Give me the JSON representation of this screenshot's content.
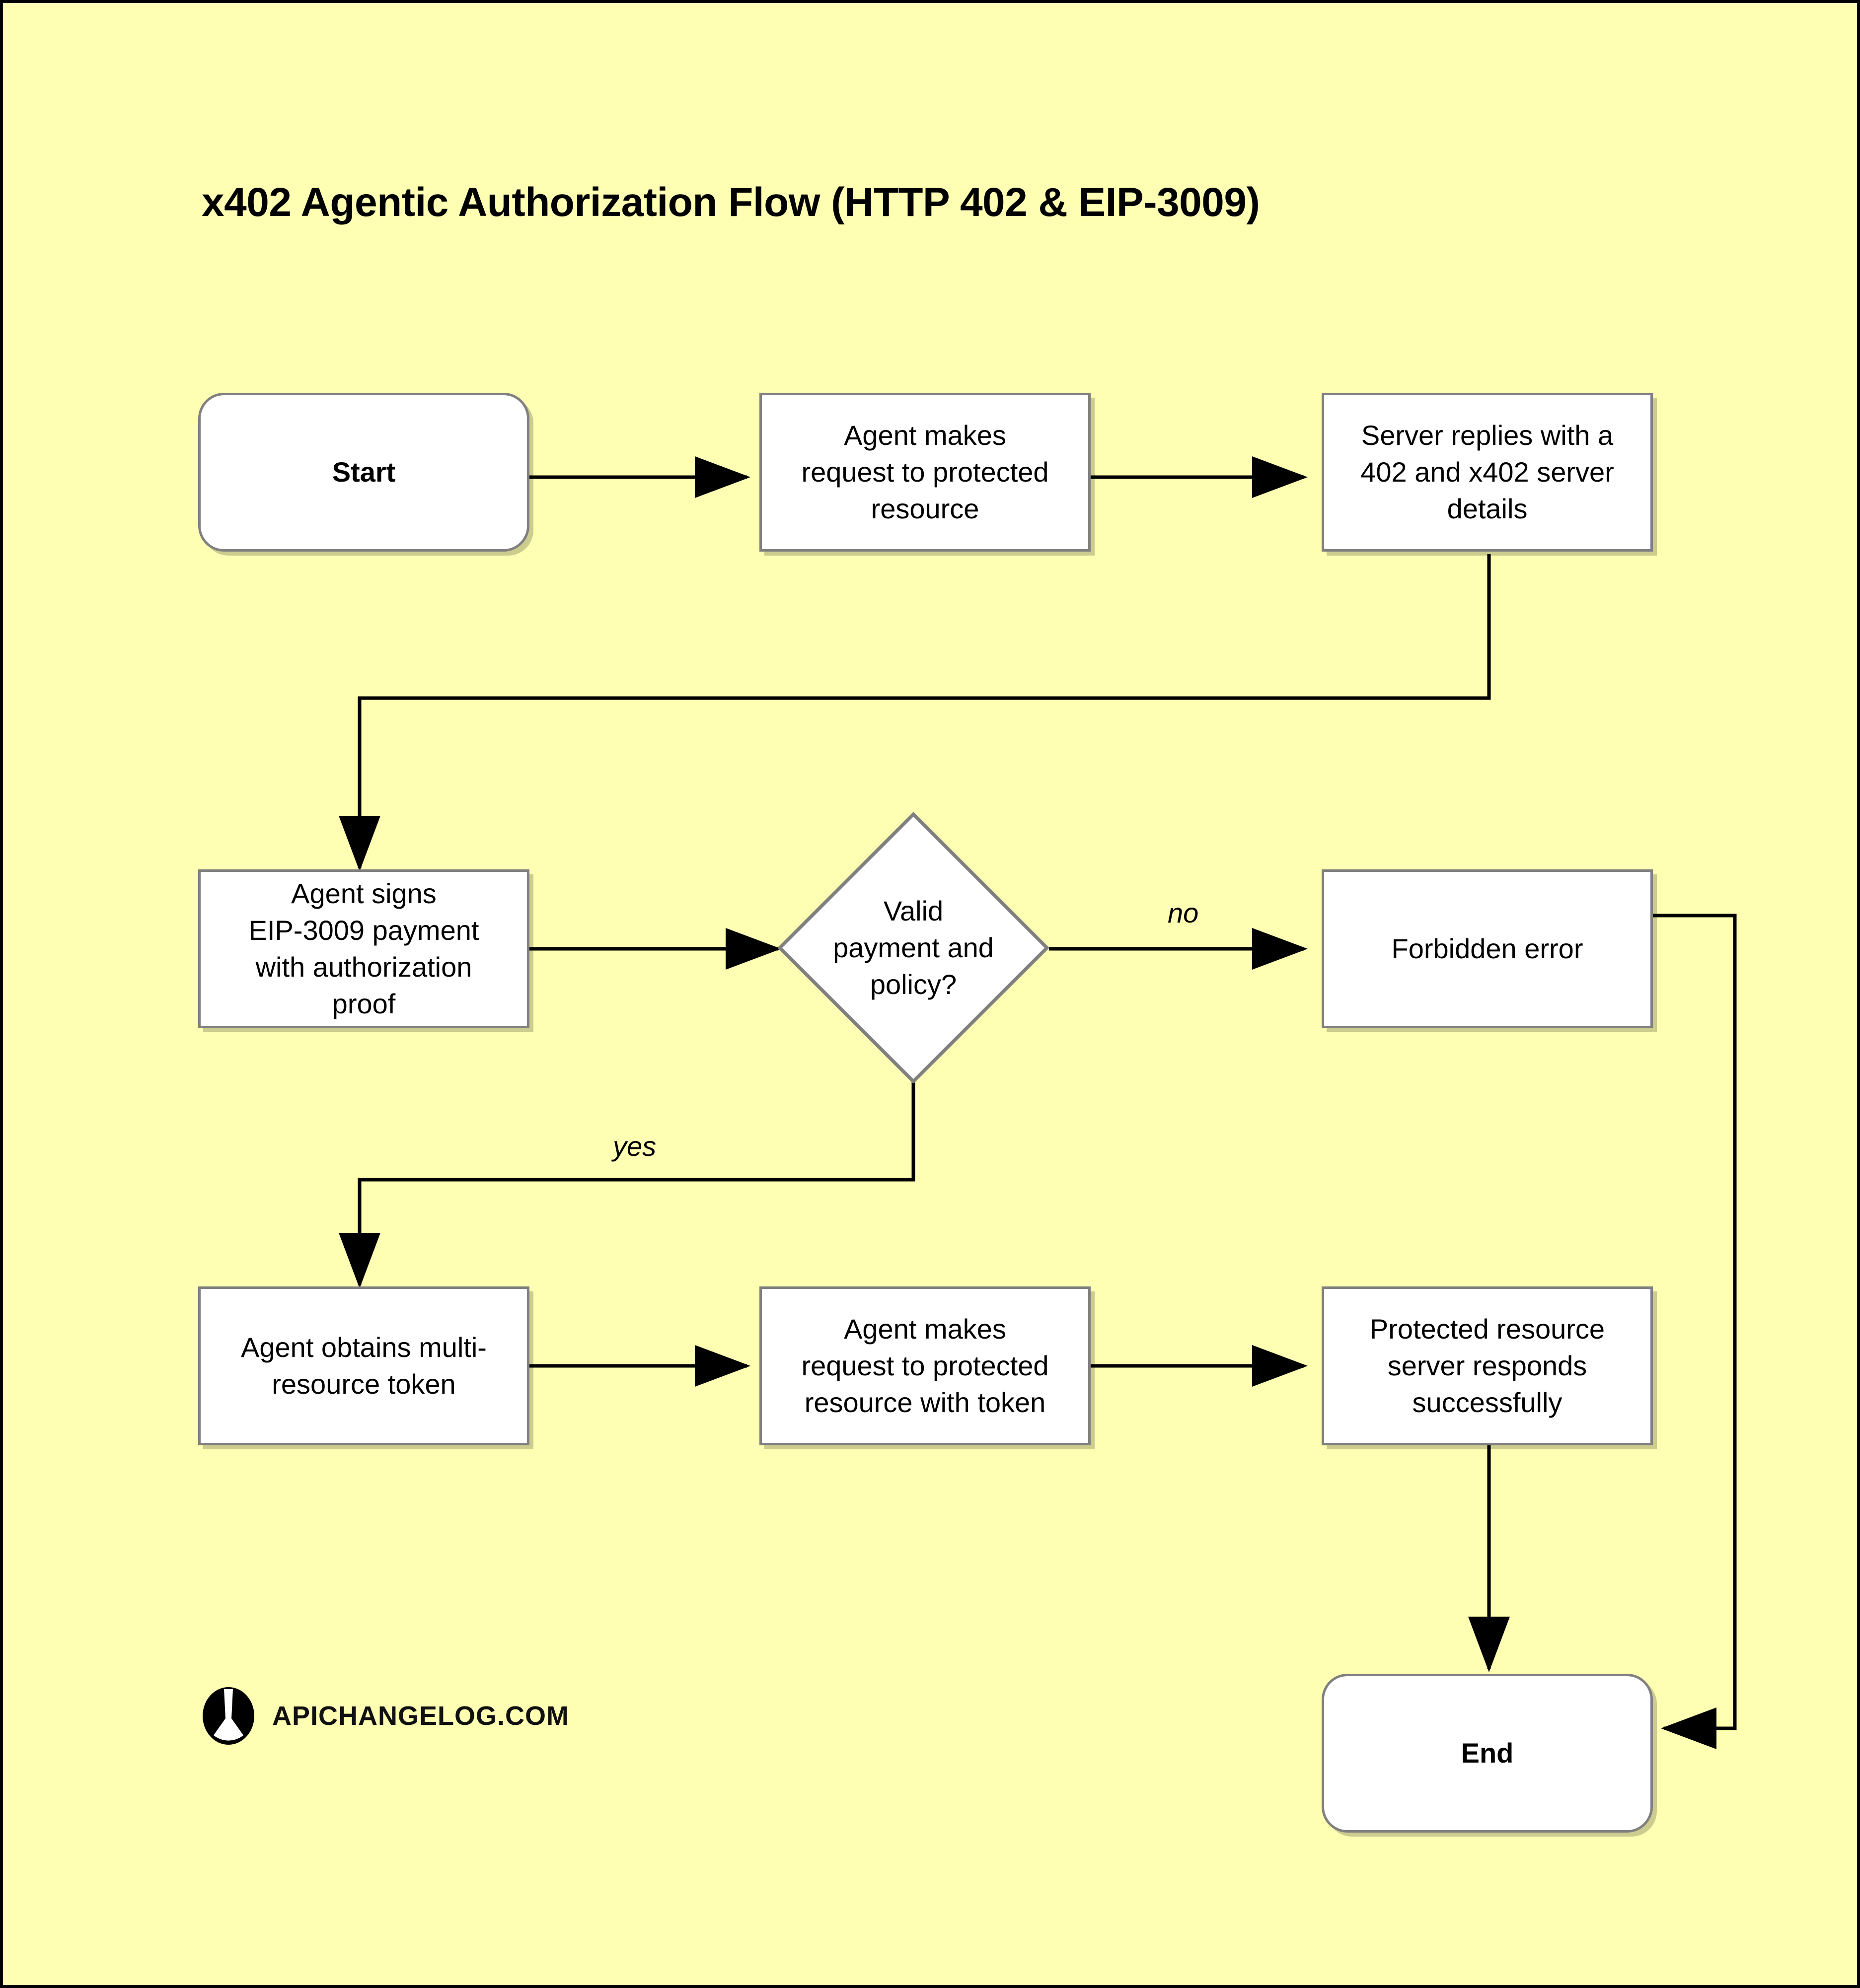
{
  "diagram": {
    "title": "x402 Agentic Authorization Flow (HTTP 402 & EIP-3009)",
    "type": "flowchart",
    "background_color": "#ffffb3",
    "node_fill_color": "#ffffff",
    "node_border_color": "#808080",
    "edge_color": "#000000",
    "nodes": [
      {
        "id": "start",
        "shape": "terminal",
        "label": "Start"
      },
      {
        "id": "request",
        "shape": "process",
        "label": "Agent makes\nrequest to protected\nresource"
      },
      {
        "id": "server402",
        "shape": "process",
        "label": "Server replies with a\n402 and x402 server\ndetails"
      },
      {
        "id": "sign",
        "shape": "process",
        "label": "Agent signs\nEIP-3009 payment\nwith authorization\nproof"
      },
      {
        "id": "decision",
        "shape": "decision",
        "label": "Valid\npayment and\npolicy?"
      },
      {
        "id": "forbidden",
        "shape": "process",
        "label": "Forbidden error"
      },
      {
        "id": "token",
        "shape": "process",
        "label": "Agent obtains multi-\nresource token"
      },
      {
        "id": "requesttoken",
        "shape": "process",
        "label": "Agent makes\nrequest to protected\nresource with token"
      },
      {
        "id": "success",
        "shape": "process",
        "label": "Protected resource\nserver responds\nsuccessfully"
      },
      {
        "id": "end",
        "shape": "terminal",
        "label": "End"
      }
    ],
    "edges": [
      {
        "from": "start",
        "to": "request",
        "label": ""
      },
      {
        "from": "request",
        "to": "server402",
        "label": ""
      },
      {
        "from": "server402",
        "to": "sign",
        "label": ""
      },
      {
        "from": "sign",
        "to": "decision",
        "label": ""
      },
      {
        "from": "decision",
        "to": "forbidden",
        "label": "no"
      },
      {
        "from": "decision",
        "to": "token",
        "label": "yes"
      },
      {
        "from": "token",
        "to": "requesttoken",
        "label": ""
      },
      {
        "from": "requesttoken",
        "to": "success",
        "label": ""
      },
      {
        "from": "success",
        "to": "end",
        "label": ""
      },
      {
        "from": "forbidden",
        "to": "end",
        "label": ""
      }
    ],
    "edge_labels": {
      "no": "no",
      "yes": "yes"
    }
  },
  "footer": {
    "brand_name": "APICHANGELOG.COM",
    "logo_icon": "apichangelog-logo-icon"
  }
}
